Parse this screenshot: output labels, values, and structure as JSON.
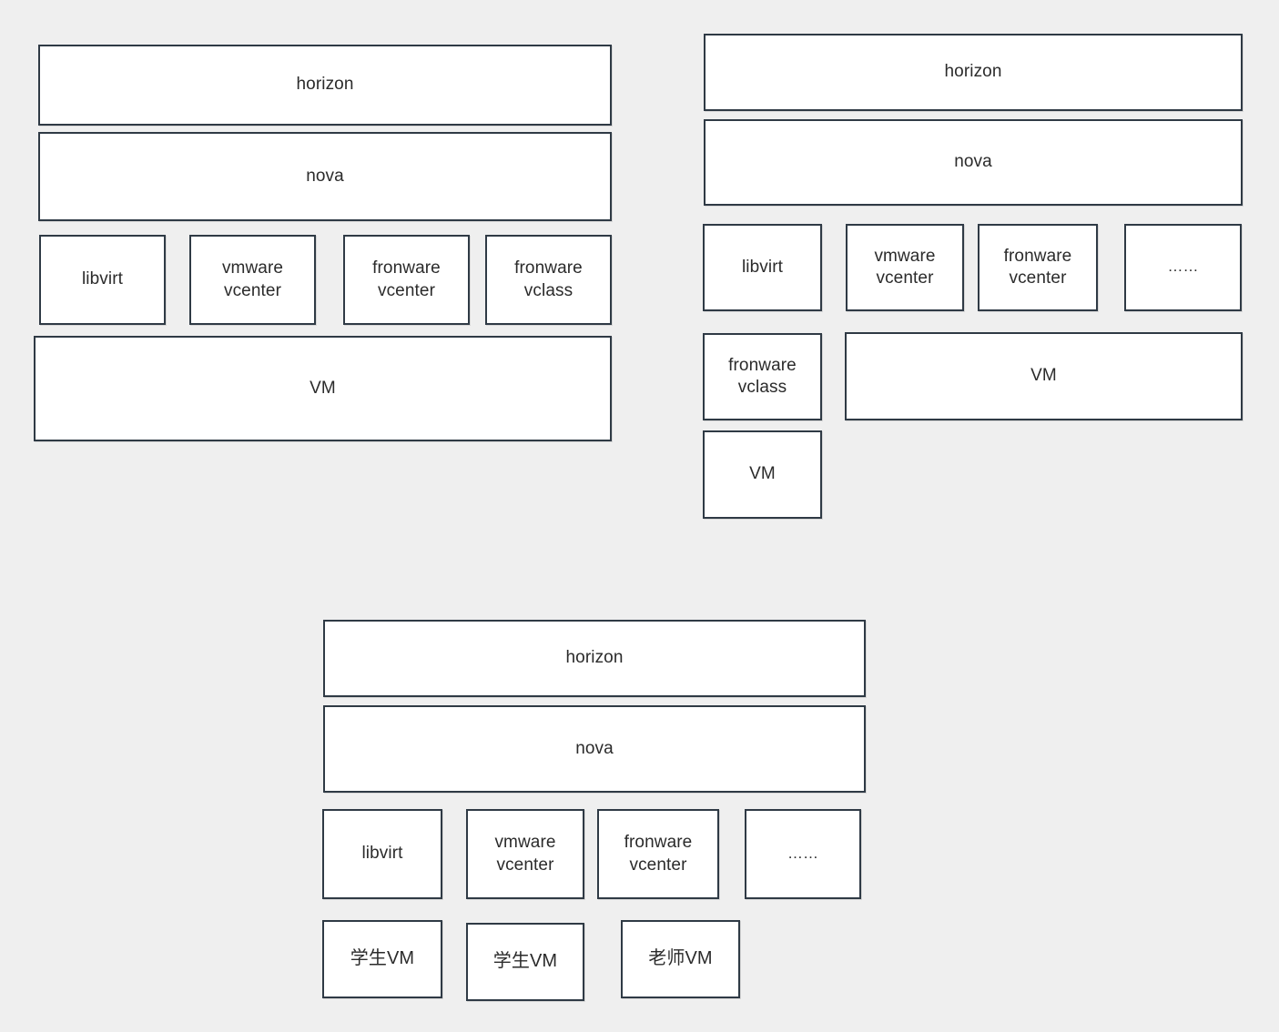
{
  "background_color": "#efefef",
  "box_fill_color": "#ffffff",
  "box_border_color": "#2f3a45",
  "text_color": "#2b2b2b",
  "diagrams": [
    {
      "id": "top-left-architecture",
      "nodes": [
        {
          "name": "horizon-box",
          "label": "horizon"
        },
        {
          "name": "nova-box",
          "label": "nova"
        },
        {
          "name": "libvirt-box",
          "label": "libvirt"
        },
        {
          "name": "vmware-vcenter-box",
          "label": "vmware\nvcenter"
        },
        {
          "name": "fronware-vcenter-box",
          "label": "fronware\nvcenter"
        },
        {
          "name": "fronware-vclass-box",
          "label": "fronware\nvclass"
        },
        {
          "name": "vm-box",
          "label": "VM"
        }
      ]
    },
    {
      "id": "top-right-architecture",
      "nodes": [
        {
          "name": "horizon-box",
          "label": "horizon"
        },
        {
          "name": "nova-box",
          "label": "nova"
        },
        {
          "name": "libvirt-box",
          "label": "libvirt"
        },
        {
          "name": "vmware-vcenter-box",
          "label": "vmware\nvcenter"
        },
        {
          "name": "fronware-vcenter-box",
          "label": "fronware\nvcenter"
        },
        {
          "name": "ellipsis-box",
          "label": "……"
        },
        {
          "name": "fronware-vclass-box",
          "label": "fronware\nvclass"
        },
        {
          "name": "vm-wide-box",
          "label": "VM"
        },
        {
          "name": "vm-small-box",
          "label": "VM"
        }
      ]
    },
    {
      "id": "bottom-architecture",
      "nodes": [
        {
          "name": "horizon-box",
          "label": "horizon"
        },
        {
          "name": "nova-box",
          "label": "nova"
        },
        {
          "name": "libvirt-box",
          "label": "libvirt"
        },
        {
          "name": "vmware-vcenter-box",
          "label": "vmware\nvcenter"
        },
        {
          "name": "fronware-vcenter-box",
          "label": "fronware\nvcenter"
        },
        {
          "name": "ellipsis-box",
          "label": "……"
        },
        {
          "name": "student-vm-box-1",
          "label": "学生VM"
        },
        {
          "name": "student-vm-box-2",
          "label": "学生VM"
        },
        {
          "name": "teacher-vm-box",
          "label": "老师VM"
        }
      ]
    }
  ]
}
